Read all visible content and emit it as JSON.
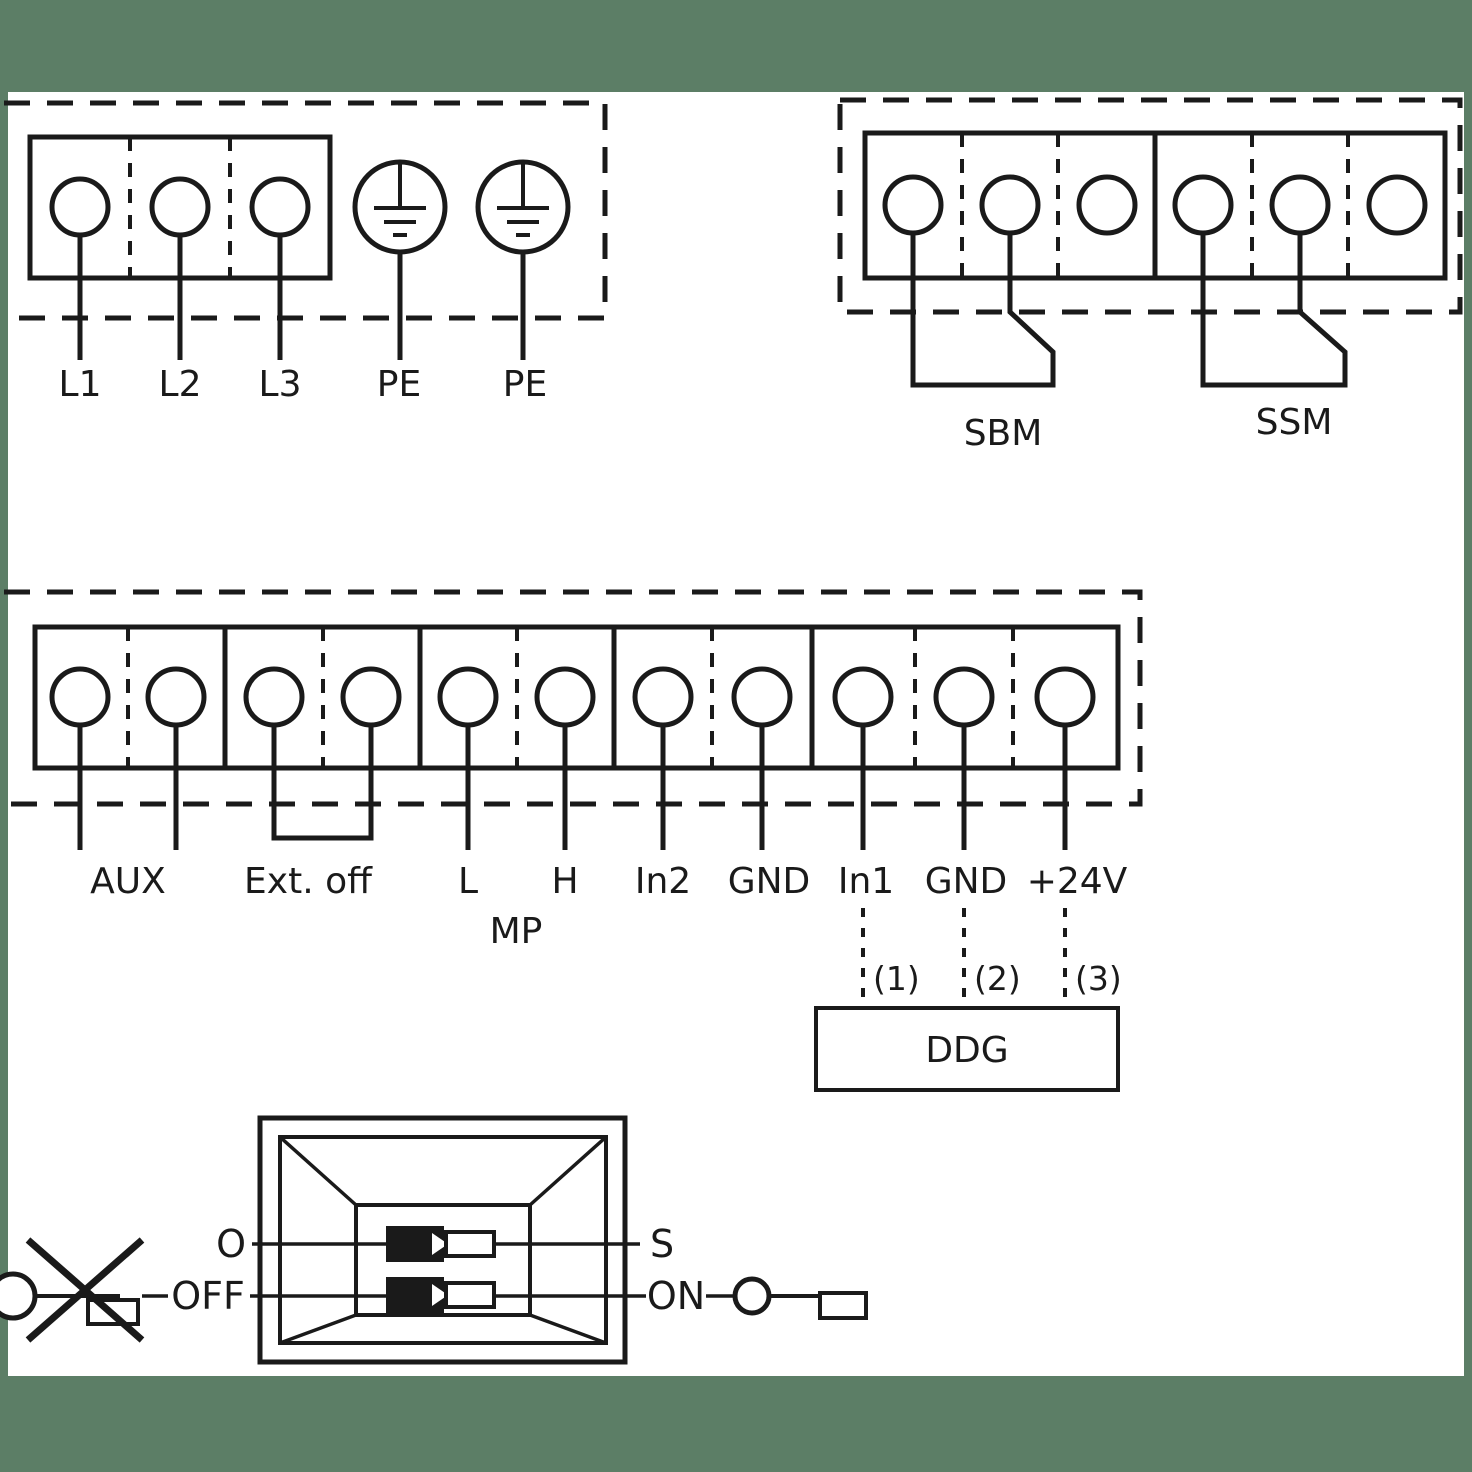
{
  "colors": {
    "frame": "#5c7e66",
    "paper": "#ffffff",
    "ink": "#1a1a1a"
  },
  "mains": {
    "terminals": [
      "L1",
      "L2",
      "L3"
    ],
    "earth": [
      "PE",
      "PE"
    ]
  },
  "signal_relays": {
    "sbm": "SBM",
    "ssm": "SSM"
  },
  "control": {
    "labels": [
      "AUX",
      "Ext. off",
      "L",
      "H",
      "In2",
      "GND",
      "In1",
      "GND",
      "+24V"
    ],
    "mp": "MP",
    "pins": [
      "(1)",
      "(2)",
      "(3)"
    ],
    "sensor": "DDG"
  },
  "dip_switch": {
    "top_left": "O",
    "bottom_left": "OFF",
    "top_right": "S",
    "bottom_right": "ON"
  }
}
